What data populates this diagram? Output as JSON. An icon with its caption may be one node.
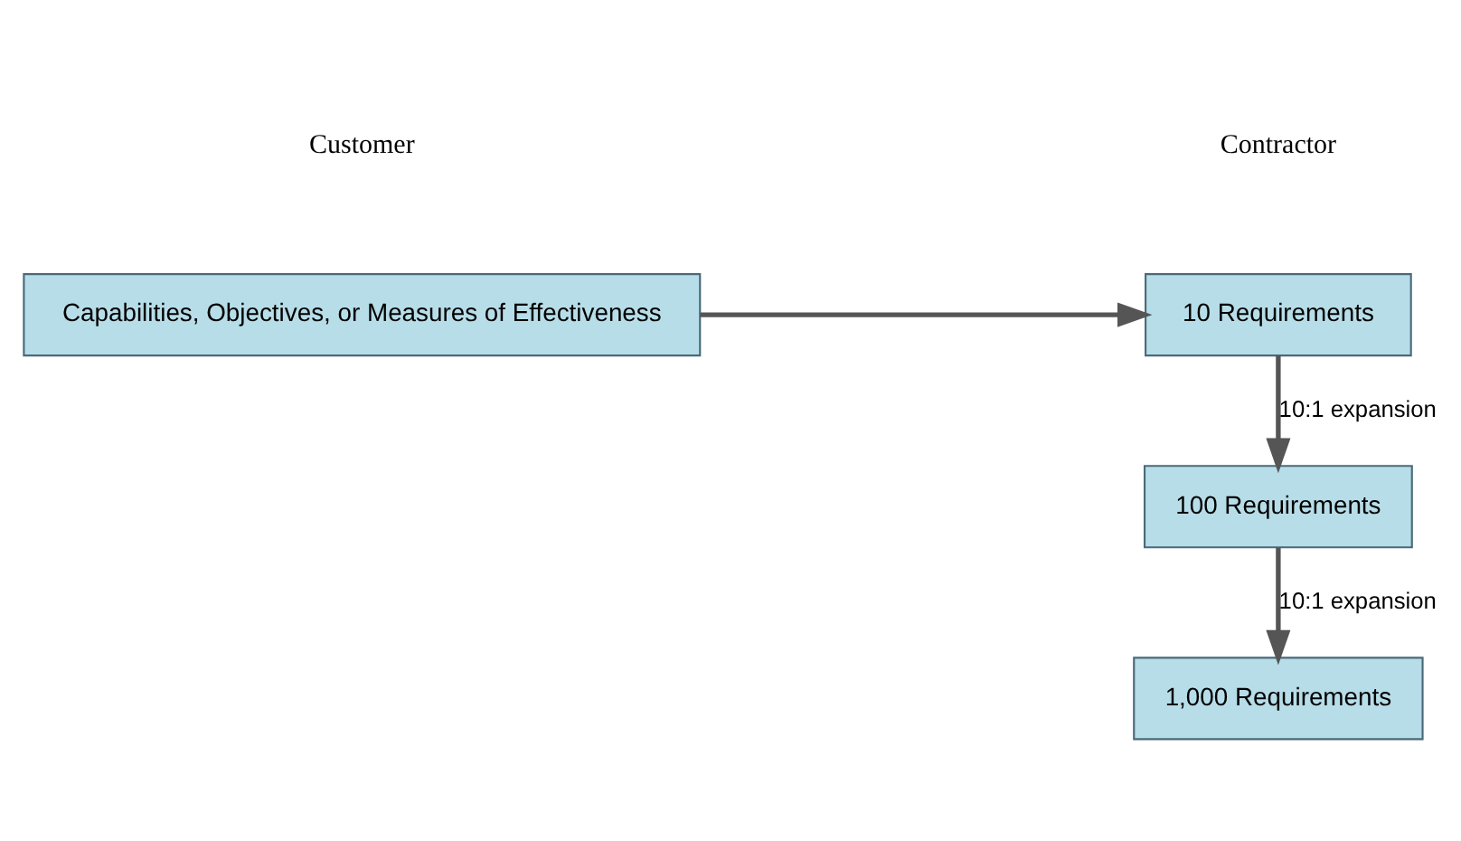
{
  "diagram": {
    "nodes": [
      {
        "text": [
          "Capabilities, Objectives, or Measures of Effectiveness"
        ]
      },
      {
        "text": [
          "10 Requirements"
        ]
      },
      {
        "text": [
          "100 Requirements"
        ]
      },
      {
        "text": [
          "1,000 Requirements"
        ]
      }
    ],
    "edges": [
      {
        "from": 0,
        "to": 1,
        "arrow": "to"
      },
      {
        "from": 1,
        "to": 2,
        "arrow": "to",
        "label": "10:1 expansion"
      },
      {
        "from": 2,
        "to": 3,
        "arrow": "to",
        "label": "10:1 expansion"
      }
    ],
    "labels": [
      "Customer",
      "Contractor"
    ]
  }
}
